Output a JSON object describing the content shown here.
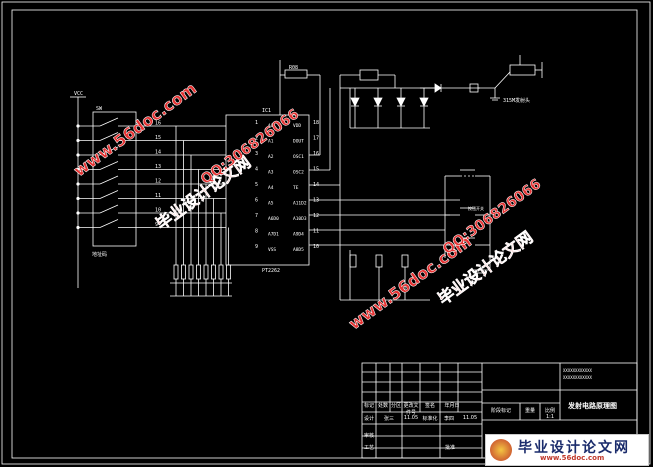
{
  "labels": {
    "vcc": "VCC",
    "sw_ref": "SW",
    "sw_caption": "地址码",
    "ic_ref": "IC1",
    "ic_part": "PT2262",
    "resistor": "R08",
    "antenna": "315M发射头",
    "switch_note": "按钮开关"
  },
  "left_pins": [
    "1",
    "2",
    "3",
    "4",
    "5",
    "6",
    "7",
    "8",
    "9"
  ],
  "left_names": [
    "A0",
    "A1",
    "A2",
    "A3",
    "A4",
    "A5",
    "A6D0",
    "A7D1",
    "VSS"
  ],
  "right_pins": [
    "18",
    "17",
    "16",
    "15",
    "14",
    "13",
    "12",
    "11",
    "10"
  ],
  "right_names": [
    "VDD",
    "DOUT",
    "OSC1",
    "OSC2",
    "TE",
    "A11D2",
    "A10D3",
    "A9D4",
    "A8D5"
  ],
  "sw_pins": [
    "16",
    "15",
    "14",
    "13",
    "12",
    "11",
    "10",
    "9"
  ],
  "title_block": {
    "company_line1": "XXXXXXXXXXXX",
    "company_line2": "XXXXXXXXXXXX",
    "row_headers": [
      "标记",
      "处数",
      "分区",
      "更改文件号",
      "签名",
      "年月日"
    ],
    "design_row": [
      "设计",
      "张三",
      "11.05",
      "标准化",
      "李四",
      "11.05"
    ],
    "stage_labels": [
      "阶段标记",
      "重量",
      "比例"
    ],
    "scale": "1:1",
    "review": "审核",
    "process": "工艺",
    "approve": "批准",
    "drawing_title": "发射电路原理图"
  },
  "watermarks": {
    "site": "www.56doc.com",
    "qq": "QQ:306826066",
    "brand": "毕业设计论文网"
  },
  "footer": {
    "brand": "毕业设计论文网",
    "url": "www.56doc.com"
  }
}
